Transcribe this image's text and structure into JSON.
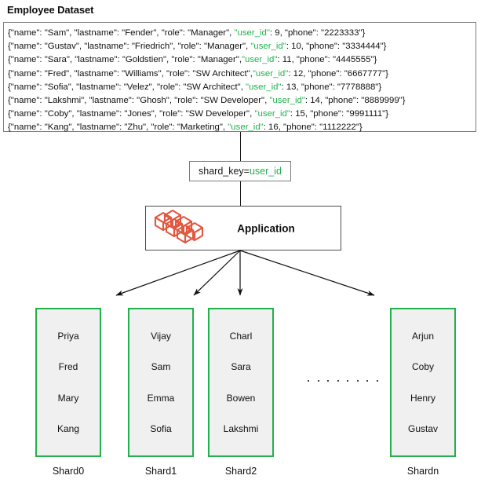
{
  "page_title": "Employee Dataset",
  "dataset": {
    "records": [
      {
        "prefix": "{\"name\": \"Sam\", \"lastname\": \"Fender\", \"role\": \"Manager\", ",
        "key": "\"user_id\"",
        "suffix": ": 9,  \"phone\": \"2223333\"}"
      },
      {
        "prefix": "{\"name\": \"Gustav\", \"lastname\": \"Friedrich\", \"role\": \"Manager\", ",
        "key": "\"user_id\"",
        "suffix": ": 10, \"phone\": \"3334444\"}"
      },
      {
        "prefix": "{\"name\": \"Sara\", \"lastname\": \"Goldstien\", \"role\": \"Manager\",",
        "key": "\"user_id\"",
        "suffix": ": 11, \"phone\": \"4445555\"}"
      },
      {
        "prefix": "{\"name\": \"Fred\", \"lastname\": \"Williams\", \"role\": \"SW Architect\",",
        "key": "\"user_id\"",
        "suffix": ": 12, \"phone\": \"6667777\"}"
      },
      {
        "prefix": "{\"name\": \"Sofia\", \"lastname\": \"Velez\", \"role\": \"SW Architect\", ",
        "key": "\"user_id\"",
        "suffix": ": 13, \"phone\": \"7778888\"}"
      },
      {
        "prefix": "{\"name\": \"Lakshmi\", \"lastname\": \"Ghosh\", \"role\": \"SW Developer\", ",
        "key": "\"user_id\"",
        "suffix": ": 14, \"phone\": \"8889999\"}"
      },
      {
        "prefix": "{\"name\": \"Coby\", \"lastname\": \"Jones\", \"role\": \"SW Developer\", ",
        "key": "\"user_id\"",
        "suffix": ": 15, \"phone\": \"9991111\"}"
      },
      {
        "prefix": "{\"name\": \"Kang\", \"lastname\": \"Zhu\", \"role\": \"Marketing\", ",
        "key": "\"user_id\"",
        "suffix": ": 16, \"phone\": \"1112222\"}"
      }
    ]
  },
  "shard_key": {
    "label": "shard_key=",
    "value": "user_id"
  },
  "application": {
    "label": "Application",
    "icon": "cubes-icon"
  },
  "shards": [
    {
      "label": "Shard0",
      "names": [
        "Priya",
        "Fred",
        "Mary",
        "Kang"
      ]
    },
    {
      "label": "Shard1",
      "names": [
        "Vijay",
        "Sam",
        "Emma",
        "Sofia"
      ]
    },
    {
      "label": "Shard2",
      "names": [
        "Charl",
        "Sara",
        "Bowen",
        "Lakshmi"
      ]
    },
    {
      "label": "Shardn",
      "names": [
        "Arjun",
        "Coby",
        "Henry",
        "Gustav"
      ]
    }
  ],
  "ellipsis": "· · · · · · · ·",
  "colors": {
    "highlight_green": "#22b24c",
    "shard_border": "#22b14c",
    "shard_fill": "#f0f0f0",
    "cube_orange": "#e2573f",
    "box_border_gray": "#7d7d7d",
    "text": "#111111"
  }
}
